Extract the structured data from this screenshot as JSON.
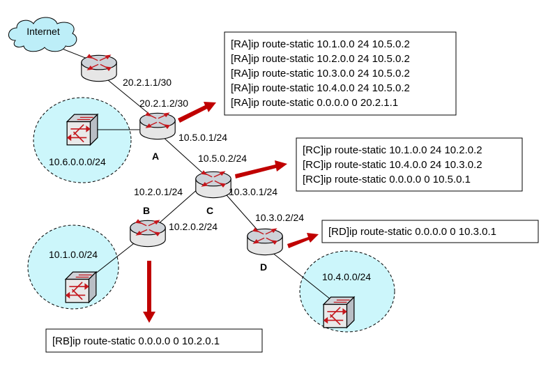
{
  "cloud": {
    "label": "Internet"
  },
  "routers": {
    "A": {
      "name": "A"
    },
    "B": {
      "name": "B"
    },
    "C": {
      "name": "C"
    },
    "D": {
      "name": "D"
    }
  },
  "interfaces": {
    "isp": "20.2.1.1/30",
    "a_up": "20.2.1.2/30",
    "a_down": "10.5.0.1/24",
    "c_up": "10.5.0.2/24",
    "c_left": "10.2.0.1/24",
    "c_right": "10.3.0.1/24",
    "b_up": "10.2.0.2/24",
    "d_up": "10.3.0.2/24"
  },
  "networks": {
    "a_lan": "10.6.0.0.0/24",
    "b_lan": "10.1.0.0/24",
    "d_lan": "10.4.0.0/24"
  },
  "configs": {
    "ra": [
      "[RA]ip route-static 10.1.0.0 24 10.5.0.2",
      "[RA]ip route-static 10.2.0.0 24 10.5.0.2",
      "[RA]ip route-static 10.3.0.0 24 10.5.0.2",
      "[RA]ip route-static 10.4.0.0 24 10.5.0.2",
      "[RA]ip route-static 0.0.0.0 0 20.2.1.1"
    ],
    "rc": [
      "[RC]ip route-static 10.1.0.0 24 10.2.0.2",
      "[RC]ip route-static 10.4.0.0 24 10.3.0.2",
      "[RC]ip route-static 0.0.0.0 0 10.5.0.1"
    ],
    "rd": [
      "[RD]ip route-static 0.0.0.0 0 10.3.0.1"
    ],
    "rb": [
      "[RB]ip route-static 0.0.0.0 0 10.2.0.1"
    ]
  },
  "colors": {
    "router_body": "#e9e9e9",
    "router_top": "#c9cfd6",
    "router_arrows": "#c4161c",
    "lan_fill": "#ccf6fb",
    "cloud_fill": "#bdeef8",
    "pointer_arrow": "#c00000"
  }
}
